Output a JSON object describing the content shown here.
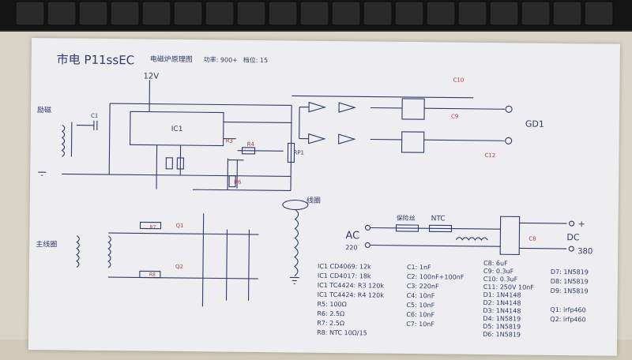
{
  "sheet": {
    "title": "市电 P11ssEC",
    "subtitle": "电磁炉原理图",
    "note_power": "功率: 900+",
    "note_model": "档位: 15",
    "supply_label": "12V",
    "coil_top_label": "线圈",
    "coil_left_label": "励磁",
    "coil_bottom_label": "主线圈",
    "output_label": "GD1",
    "ac_label": "AC",
    "ac_voltage": "220",
    "fuse_label": "保险丝",
    "ntc_label": "NTC",
    "dc_label": "DC",
    "dc_voltage": "380",
    "chip_label": "IC1",
    "pot_label": "RP1",
    "component_list_col1": [
      "IC1 CD4069: 12k",
      "IC1 CD4017: 18k",
      "IC1 TC4424: R3 120k",
      "IC1 TC4424: R4 120k",
      "R5: 100Ω",
      "R6: 2.5Ω",
      "R7: 2.5Ω",
      "R8: NTC 10Ω/15"
    ],
    "component_list_col2": [
      "C1: 1nF",
      "C2: 100nF+100nF",
      "C3: 220nF",
      "C4: 10nF",
      "C5: 10nF",
      "C6: 10nF",
      "C7: 10nF"
    ],
    "component_list_col3": [
      "C8: 6uF",
      "C9: 0.3uF",
      "C10: 0.3uF",
      "C11: 250V 10nF",
      "D1: 1N4148",
      "D2: 1N4148",
      "D3: 1N4148",
      "D4: 1N5819",
      "D5: 1N5819",
      "D6: 1N5819"
    ],
    "component_list_col4": [
      "D7: 1N5819",
      "D8: 1N5819",
      "D9: 1N5819",
      "Q1: irfp460",
      "Q2: irfp460"
    ]
  }
}
